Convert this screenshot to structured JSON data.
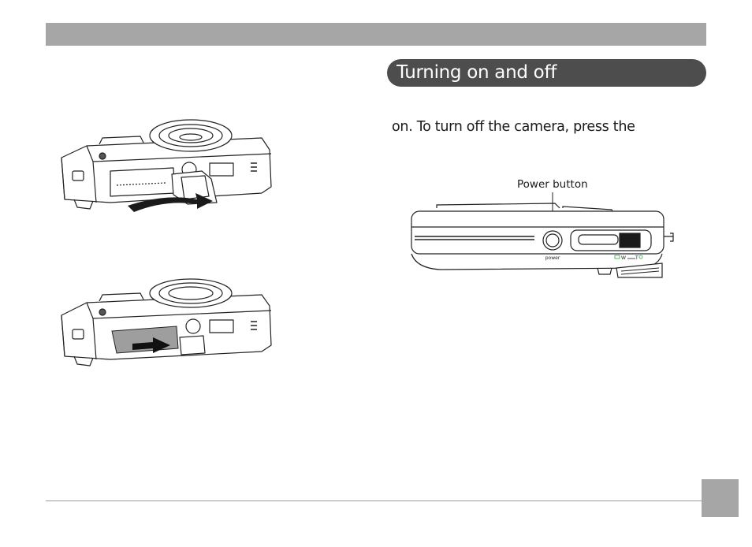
{
  "section": {
    "title": "Turning on and off"
  },
  "body": {
    "text": "on. To turn off the camera, press the"
  },
  "figure_power": {
    "callout": "Power button",
    "power_mark": "power",
    "zoom_w": "W",
    "zoom_t": "T"
  },
  "figure_battery_open": {
    "caption": ""
  },
  "figure_battery_close": {
    "caption": ""
  },
  "colors": {
    "header_bar": "#a6a6a6",
    "section_pill": "#4d4d4d",
    "zoom_accent": "#3aa14a"
  }
}
